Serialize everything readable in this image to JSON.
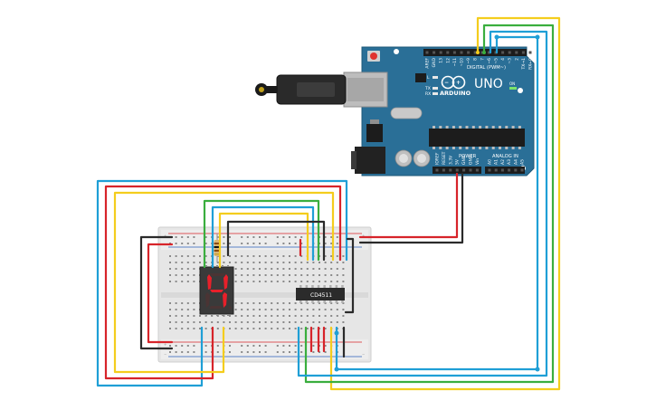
{
  "arduino": {
    "model": "UNO",
    "brand": "ARDUINO",
    "digital_header": "DIGITAL (PWM~)",
    "power_header": "POWER",
    "analog_header": "ANALOG IN",
    "aref": "AREF",
    "gnd": "GND",
    "digital_pins": [
      "13",
      "12",
      "~11",
      "~10",
      "~9",
      "8",
      "7",
      "~6",
      "~5",
      "4",
      "~3",
      "2",
      "TX→1",
      "RX←0"
    ],
    "power_pins": [
      "IOREF",
      "RESET",
      "3.3V",
      "5V",
      "GND",
      "GND",
      "Vin"
    ],
    "analog_pins": [
      "A0",
      "A1",
      "A2",
      "A3",
      "A4",
      "A5"
    ],
    "led_labels": [
      "L",
      "TX",
      "RX"
    ],
    "on_label": "ON"
  },
  "chip": {
    "label": "CD4511"
  },
  "display": {
    "digit": "4"
  },
  "colors": {
    "board": "#2a6f97",
    "breadboard": "#e8e8e8",
    "wire_blue": "#1f9fd6",
    "wire_red": "#d7242a",
    "wire_yellow": "#f4cd1d",
    "wire_green": "#3aae3e",
    "wire_black": "#2b2b2b",
    "segment_on": "#e8202a"
  }
}
